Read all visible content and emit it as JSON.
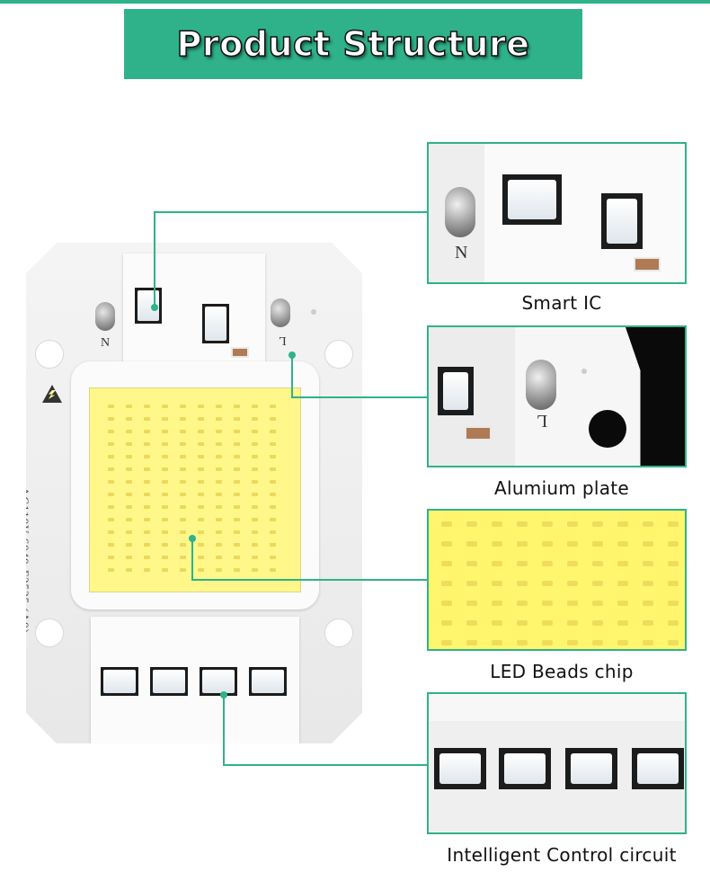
{
  "header": {
    "title": "Product Structure"
  },
  "colors": {
    "accent": "#2fb28a",
    "led_yellow": "#fff78a",
    "board": "#eeeeee"
  },
  "board": {
    "pin_left_label": "N",
    "pin_right_label": "L",
    "model_text": "AC110V-6040-F2525",
    "model_subtext": "(A0)"
  },
  "callouts": [
    {
      "caption": "Smart IC",
      "pin_label": "N"
    },
    {
      "caption": "Alumium plate",
      "pin_label": "L"
    },
    {
      "caption": "LED Beads chip"
    },
    {
      "caption": "Intelligent Control circuit"
    }
  ]
}
